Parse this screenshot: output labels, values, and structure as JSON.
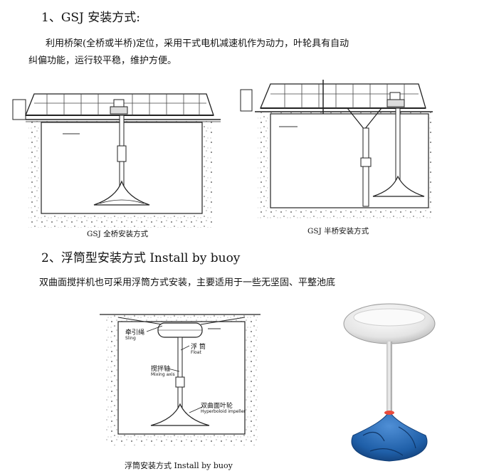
{
  "section1": {
    "heading": "1、GSJ 安装方式:",
    "desc_line1": "利用桥架(全桥或半桥)定位，采用干式电机减速机作为动力，叶轮具有自动",
    "desc_line2": "纠偏功能，运行较平稳，维护方便。",
    "caption_full_bridge": "GSJ 全桥安装方式",
    "caption_half_bridge": "GSJ 半桥安装方式"
  },
  "section2": {
    "heading": "2、浮筒型安装方式  Install by buoy",
    "desc": "双曲面搅拌机也可采用浮筒方式安装，主要适用于一些无坚固、平整池底",
    "caption": "浮筒安装方式  Install by buoy",
    "labels": {
      "sling_cn": "牵引绳",
      "sling_en": "Sling",
      "float_cn": "浮  筒",
      "float_en": "Float",
      "shaft_cn": "搅拌轴",
      "shaft_en": "Mixing axis",
      "impeller_cn": "双曲面叶轮",
      "impeller_en": "Hyperboloid impeller"
    }
  },
  "colors": {
    "line": "#222222",
    "buoy_body": "#f2f2f2",
    "impeller_blue": "#1f5fa8"
  }
}
